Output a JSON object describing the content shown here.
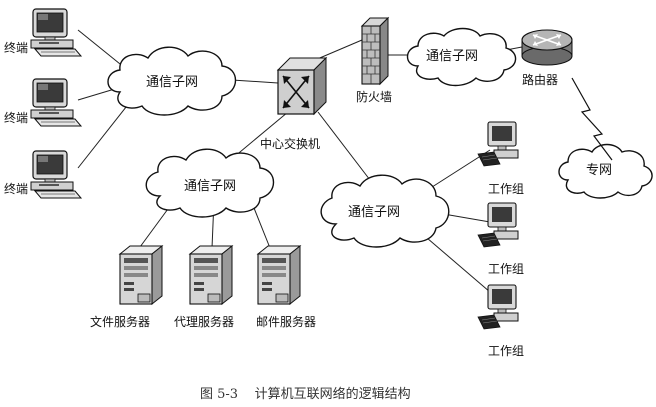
{
  "labels": {
    "terminal_1": "终端",
    "terminal_2": "终端",
    "terminal_3": "终端",
    "subnet_left": "通信子网",
    "subnet_servers": "通信子网",
    "subnet_workgroups": "通信子网",
    "subnet_top": "通信子网",
    "central_switch": "中心交换机",
    "firewall": "防火墙",
    "router": "路由器",
    "private_net": "专网",
    "workgroup_1": "工作组",
    "workgroup_2": "工作组",
    "workgroup_3": "工作组",
    "file_server": "文件服务器",
    "proxy_server": "代理服务器",
    "mail_server": "邮件服务器"
  },
  "caption": "图 5-3    计算机互联网络的逻辑结构"
}
